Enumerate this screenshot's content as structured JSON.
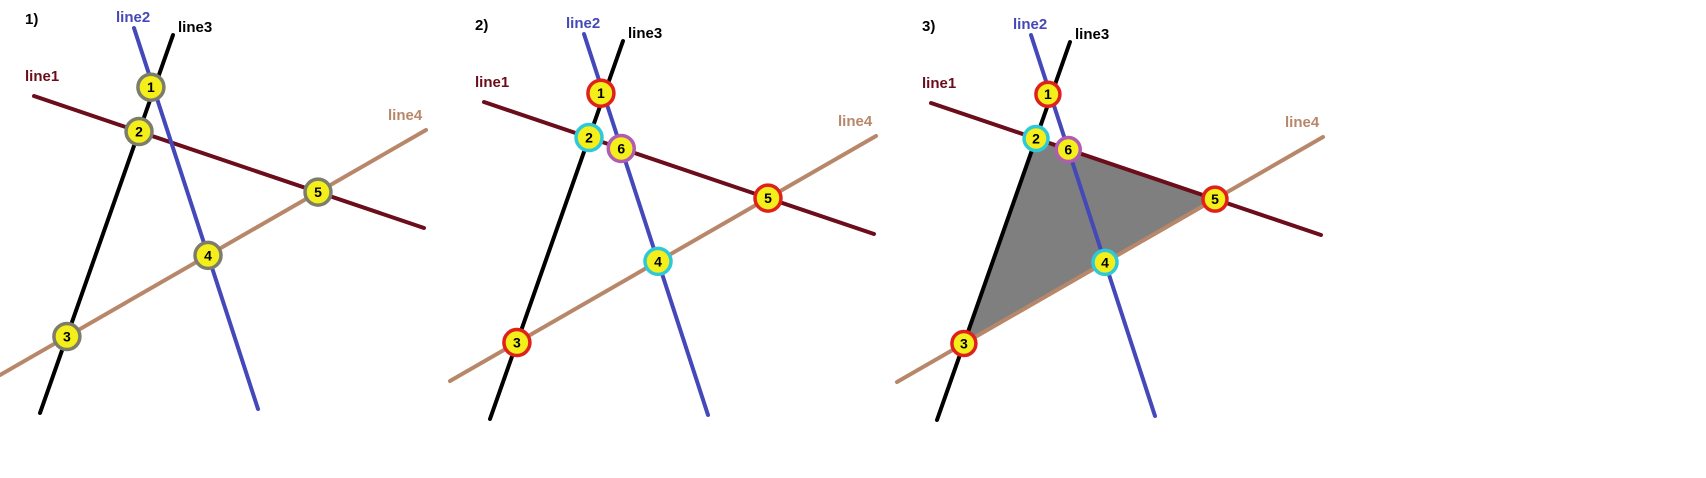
{
  "colors": {
    "background": "#ffffff",
    "line1": "#6b0d1a",
    "line2": "#4548b8",
    "line3": "#000000",
    "line4": "#b8876a",
    "point_fill": "#f4ee1a",
    "ring_gray": "#7d7d6b",
    "ring_red": "#e0201a",
    "ring_cyan": "#2ec9d8",
    "ring_purple": "#b05cb0",
    "triangle_fill": "#7f7f7f"
  },
  "panels": [
    {
      "label": "1)",
      "lines": [
        {
          "name": "line1",
          "color_key": "line1"
        },
        {
          "name": "line2",
          "color_key": "line2"
        },
        {
          "name": "line3",
          "color_key": "line3"
        },
        {
          "name": "line4",
          "color_key": "line4"
        }
      ],
      "points": [
        {
          "label": "1",
          "ring": "ring_gray"
        },
        {
          "label": "2",
          "ring": "ring_gray"
        },
        {
          "label": "3",
          "ring": "ring_gray"
        },
        {
          "label": "4",
          "ring": "ring_gray"
        },
        {
          "label": "5",
          "ring": "ring_gray"
        }
      ],
      "shaded_triangle": false
    },
    {
      "label": "2)",
      "lines": [
        {
          "name": "line1",
          "color_key": "line1"
        },
        {
          "name": "line2",
          "color_key": "line2"
        },
        {
          "name": "line3",
          "color_key": "line3"
        },
        {
          "name": "line4",
          "color_key": "line4"
        }
      ],
      "points": [
        {
          "label": "1",
          "ring": "ring_red"
        },
        {
          "label": "2",
          "ring": "ring_cyan"
        },
        {
          "label": "3",
          "ring": "ring_red"
        },
        {
          "label": "4",
          "ring": "ring_cyan"
        },
        {
          "label": "5",
          "ring": "ring_red"
        },
        {
          "label": "6",
          "ring": "ring_purple"
        }
      ],
      "shaded_triangle": false
    },
    {
      "label": "3)",
      "lines": [
        {
          "name": "line1",
          "color_key": "line1"
        },
        {
          "name": "line2",
          "color_key": "line2"
        },
        {
          "name": "line3",
          "color_key": "line3"
        },
        {
          "name": "line4",
          "color_key": "line4"
        }
      ],
      "points": [
        {
          "label": "1",
          "ring": "ring_red"
        },
        {
          "label": "2",
          "ring": "ring_cyan"
        },
        {
          "label": "3",
          "ring": "ring_red"
        },
        {
          "label": "4",
          "ring": "ring_cyan"
        },
        {
          "label": "5",
          "ring": "ring_red"
        },
        {
          "label": "6",
          "ring": "ring_purple"
        }
      ],
      "shaded_triangle": true
    }
  ]
}
